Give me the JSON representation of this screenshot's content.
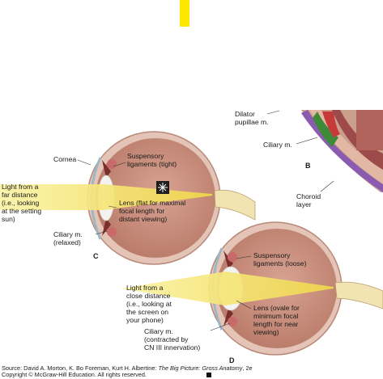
{
  "labels": {
    "dilator": "Dilator\npupillae m.",
    "ciliary_b": "Ciliary m.",
    "panel_b": "B",
    "choroid": "Choroid\nlayer",
    "cornea": "Cornea",
    "suspensory_tight": "Suspensory\nligaments (tight)",
    "light_far": "Light from a\nfar distance\n(i.e., looking\nat the setting\nsun)",
    "lens_flat": "Lens (flat for maximal\nfocal length for\ndistant viewing)",
    "ciliary_relaxed": "Ciliary m.\n(relaxed)",
    "panel_c": "C",
    "suspensory_loose": "Suspensory\nligaments (loose)",
    "light_close": "Light from a\nclose distance\n(i.e., looking at\nthe screen on\nyour phone)",
    "lens_ovale": "Lens (ovale for\nminimum focal\nlength for near\nviewing)",
    "ciliary_contracted": "Ciliary m.\n(contracted by\nCN III innervation)",
    "panel_d": "D"
  },
  "credit": {
    "line1_prefix": "Source: David A. Morton, K. Bo Foreman, Kurt H. Albertine: ",
    "line1_title": "The Big Picture: Gross Anatomy",
    "line1_suffix": ", 2e",
    "line2": "Copyright © McGraw-Hill Education. All rights reserved."
  },
  "colors": {
    "highlight_tab": "#ffe600",
    "sclera": "#c8958a",
    "eye_interior": "#c98e7c",
    "light_beam": "#f7ec7a",
    "lens": "#f4f2f0",
    "iris": "#7a2e2e"
  }
}
